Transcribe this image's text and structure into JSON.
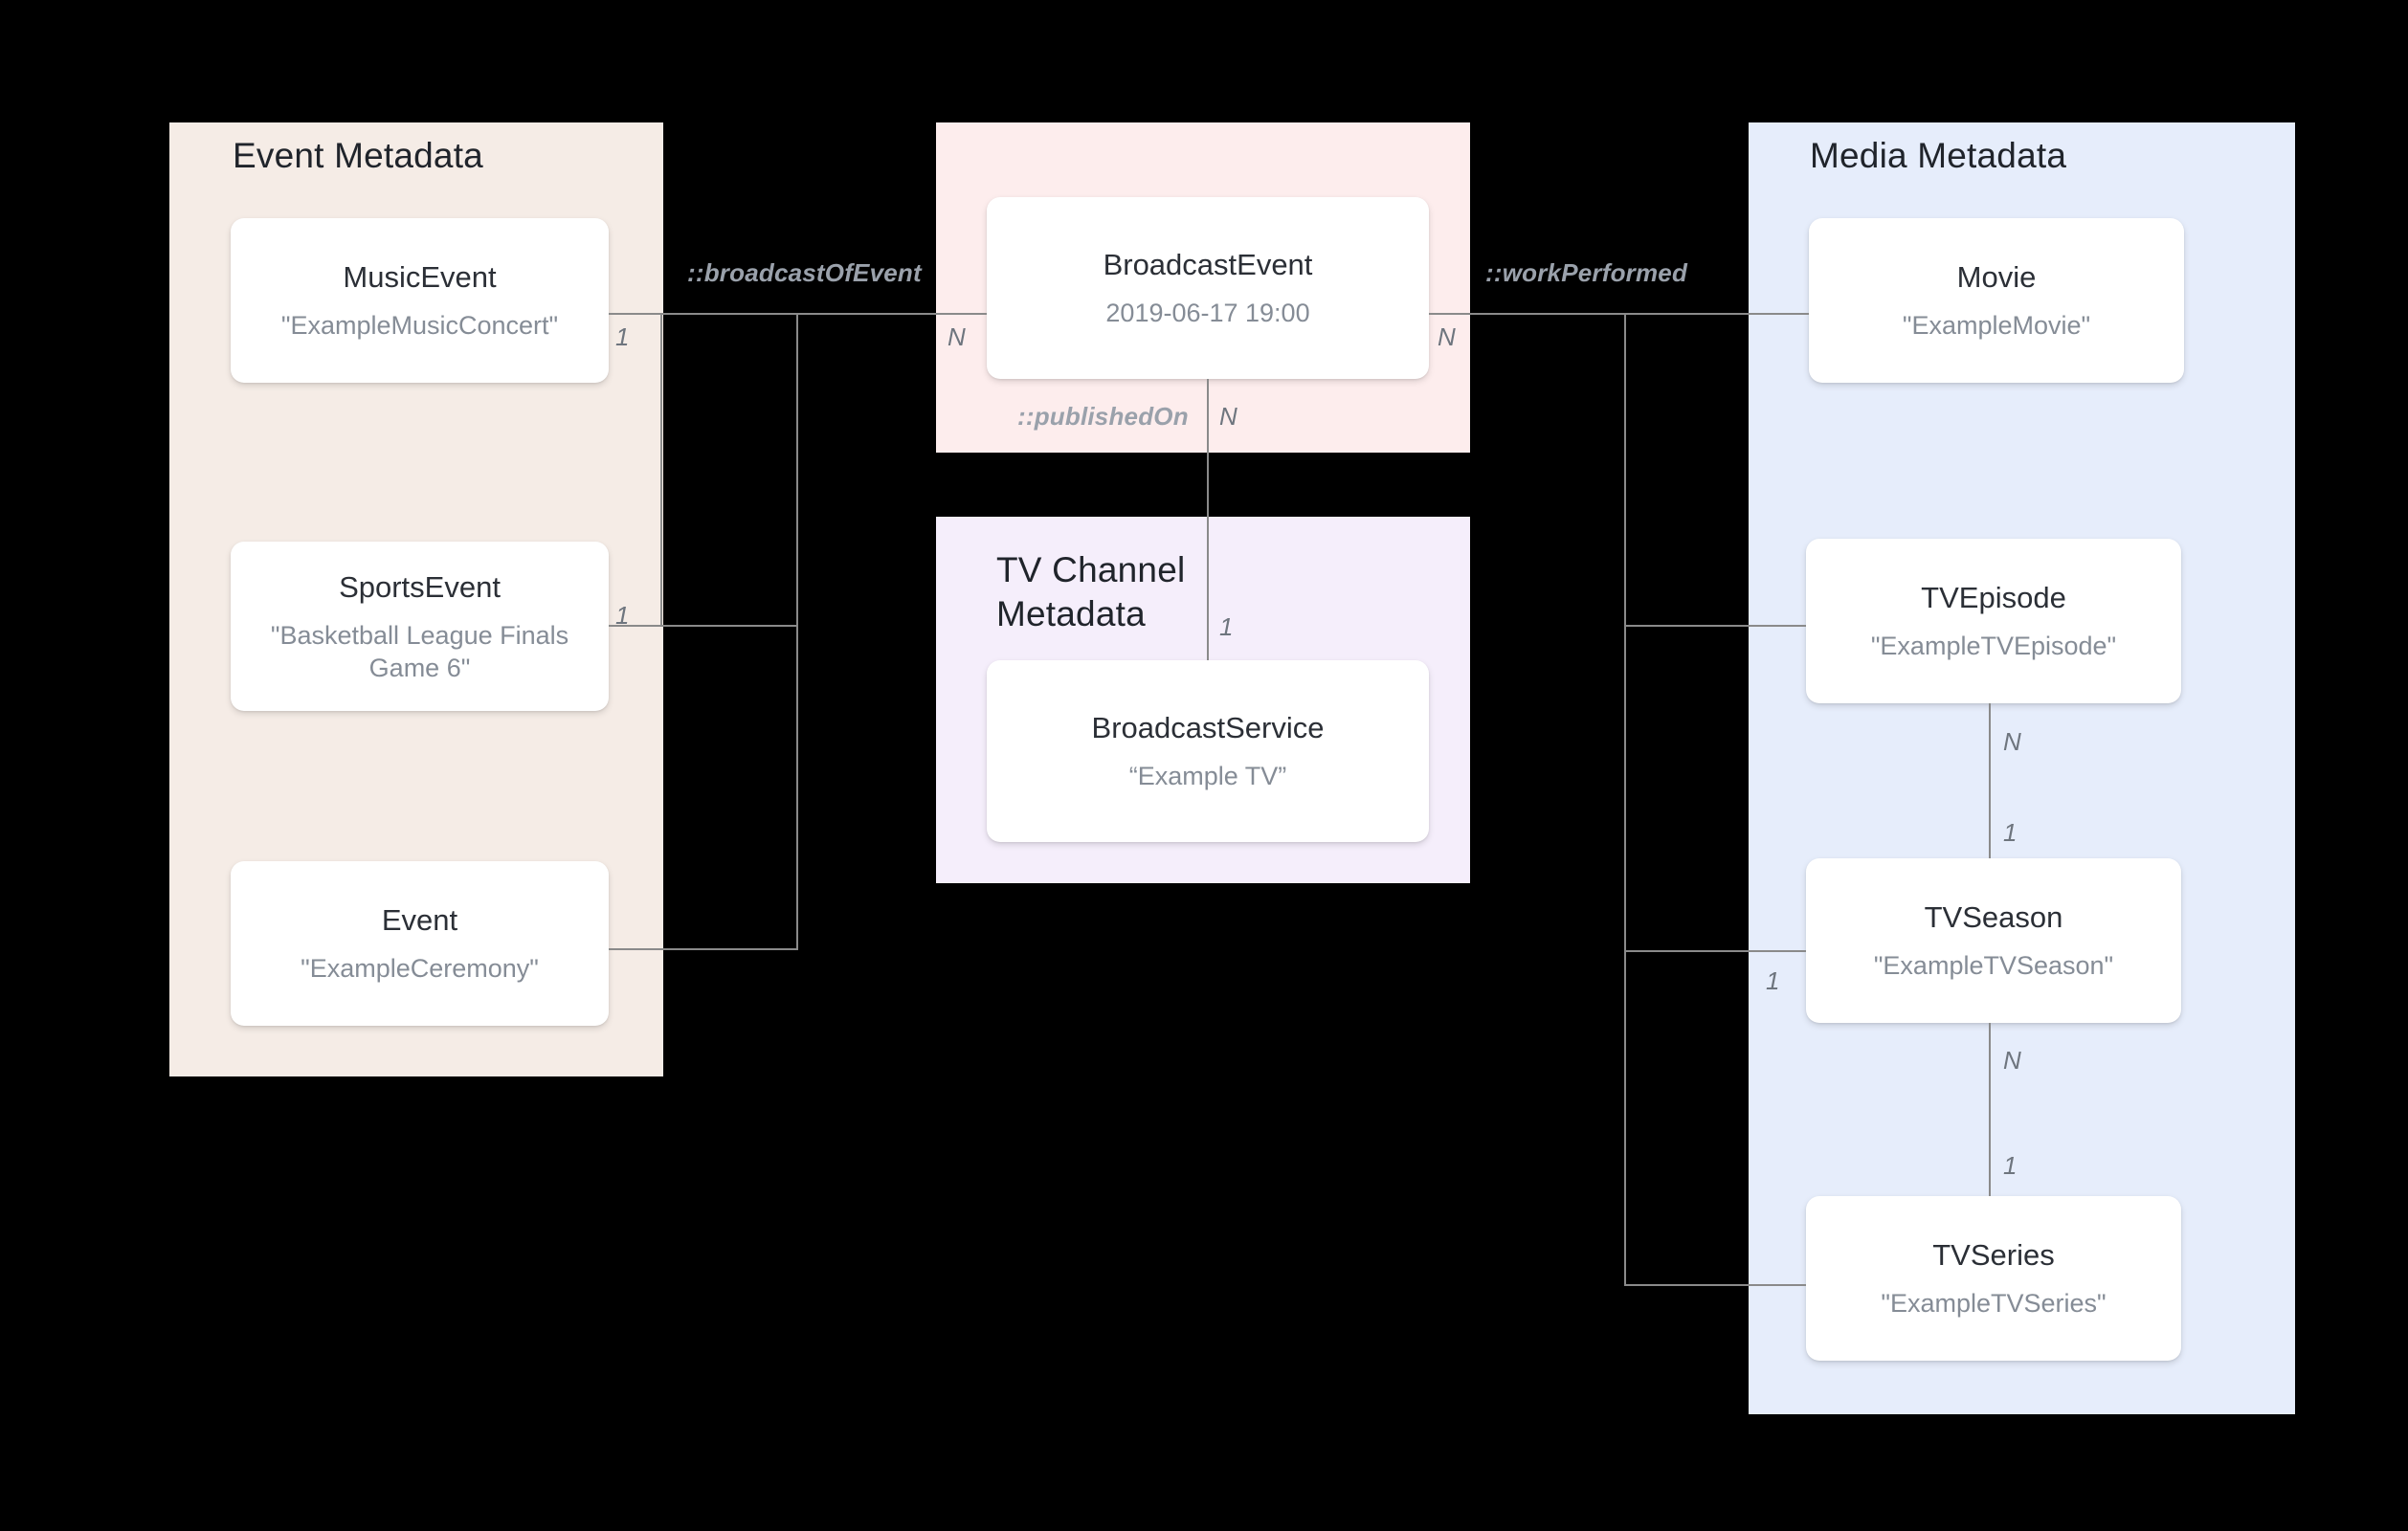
{
  "diagram": {
    "title": "Broadcast metadata entity relationship diagram",
    "colors": {
      "event_panel": "#f5ece6",
      "broadcast_panel": "#fdeded",
      "tvchannel_panel": "#f5eefb",
      "media_panel": "#e6edfb",
      "card_background": "#ffffff",
      "connector": "#8a8a8a",
      "title_text": "#20242b",
      "entity_text": "#2b2f36",
      "value_text": "#858c96",
      "label_text": "#9aa1ab"
    }
  },
  "groups": [
    {
      "id": "event-metadata",
      "title": "Event Metadata",
      "entities": [
        {
          "id": "music-event",
          "type": "MusicEvent",
          "value": "\"ExampleMusicConcert\""
        },
        {
          "id": "sports-event",
          "type": "SportsEvent",
          "value": "\"Basketball League Finals Game 6\""
        },
        {
          "id": "event",
          "type": "Event",
          "value": "\"ExampleCeremony\""
        }
      ]
    },
    {
      "id": "broadcast-event-group",
      "title": "",
      "entities": [
        {
          "id": "broadcast-event",
          "type": "BroadcastEvent",
          "value": "2019-06-17 19:00"
        }
      ]
    },
    {
      "id": "tv-channel-metadata",
      "title": "TV Channel Metadata",
      "entities": [
        {
          "id": "broadcast-service",
          "type": "BroadcastService",
          "value": "“Example TV”"
        }
      ]
    },
    {
      "id": "media-metadata",
      "title": "Media Metadata",
      "entities": [
        {
          "id": "movie",
          "type": "Movie",
          "value": "\"ExampleMovie\""
        },
        {
          "id": "tv-episode",
          "type": "TVEpisode",
          "value": "\"ExampleTVEpisode\""
        },
        {
          "id": "tv-season",
          "type": "TVSeason",
          "value": "\"ExampleTVSeason\""
        },
        {
          "id": "tv-series",
          "type": "TVSeries",
          "value": "\"ExampleTVSeries\""
        }
      ]
    }
  ],
  "relations": [
    {
      "id": "broadcast-of-event",
      "label": "::broadcastOfEvent",
      "from": "event-metadata",
      "to": "broadcast-event"
    },
    {
      "id": "work-performed",
      "label": "::workPerformed",
      "from": "broadcast-event",
      "to": "media-metadata"
    },
    {
      "id": "published-on",
      "label": "::publishedOn",
      "from": "broadcast-event",
      "to": "broadcast-service"
    }
  ],
  "cardinalities": {
    "broadcast_event_left": "N",
    "broadcast_event_right": "N",
    "broadcast_event_bottom": "N",
    "sports_event_right": "1",
    "broadcast_service_top": "1",
    "tv_episode_bottom": "N",
    "tv_season_top": "1",
    "tv_season_left": "1",
    "tv_season_bottom": "N",
    "tv_series_top": "1"
  }
}
